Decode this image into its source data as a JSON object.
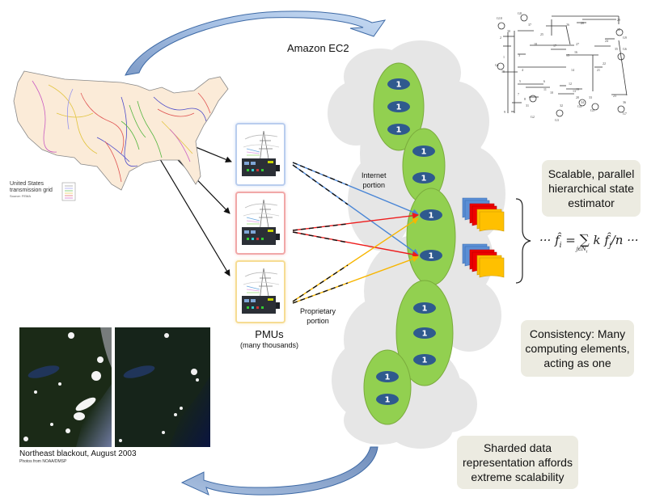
{
  "labels": {
    "cloud_title": "Amazon EC2",
    "internet_portion": [
      "Internet",
      "portion"
    ],
    "proprietary_portion": [
      "Proprietary",
      "portion"
    ],
    "pmus_title": "PMUs",
    "pmus_subtitle": "(many thousands)"
  },
  "us_map": {
    "title_line1": "United States",
    "title_line2": "transmission grid",
    "source": "Source: FEMA"
  },
  "blackout": {
    "caption": "Northeast blackout, August 2003",
    "credit": "Photos from NOAA/DMSP"
  },
  "callouts": {
    "estimator": [
      "Scalable, parallel",
      "hierarchical state",
      "estimator"
    ],
    "consistency": [
      "Consistency:  Many",
      "computing elements,",
      "acting as one"
    ],
    "sharded": [
      "Sharded data",
      "representation affords",
      "extreme scalability"
    ]
  },
  "formula": {
    "left": "··· f̂",
    "sub_i": "i",
    "equals": " = ",
    "sum": "∑",
    "sum_sub": "jϵN",
    "sum_sub_i": "i",
    "term": " k f̂",
    "sub_j": "j",
    "tail": "/n ···"
  },
  "nodes": {
    "node_label": "1",
    "groups": [
      {
        "name": "shard-top",
        "count": 3
      },
      {
        "name": "shard-upper-mid",
        "count": 2
      },
      {
        "name": "shard-center",
        "count": 2
      },
      {
        "name": "shard-lower",
        "count": 3
      },
      {
        "name": "shard-bottom",
        "count": 2
      }
    ]
  },
  "pmus": [
    {
      "name": "pmu-blue",
      "color": "#4a86d6"
    },
    {
      "name": "pmu-red",
      "color": "#ee1c1c"
    },
    {
      "name": "pmu-yellow",
      "color": "#f7b500"
    }
  ],
  "colors": {
    "cloud": "#e6e6e6",
    "shard_fill": "#92d050",
    "shard_stroke": "#7aab3c",
    "node_fill": "#2f5a8e",
    "callout_bg": "#ecebe1",
    "arrow_fill_light": "#c6d9f1",
    "arrow_fill_dark": "#4a6fa5",
    "doc_blue": "#5b8fd6",
    "doc_red": "#ee0000",
    "doc_yellow": "#ffc000"
  },
  "bus_diagram": {
    "bus_numbers": [
      "1",
      "2",
      "3",
      "4",
      "5",
      "6",
      "7",
      "8",
      "9",
      "10",
      "11",
      "12",
      "13",
      "14",
      "15",
      "16",
      "17",
      "18",
      "19",
      "20",
      "21",
      "22",
      "23",
      "24",
      "25",
      "26",
      "27",
      "28",
      "29",
      "30",
      "31",
      "32",
      "33",
      "34",
      "35",
      "36",
      "37",
      "38",
      "39"
    ],
    "generators": [
      "G1",
      "G2",
      "G3",
      "G4",
      "G5",
      "G6",
      "G7",
      "G8",
      "G9",
      "G10"
    ]
  }
}
